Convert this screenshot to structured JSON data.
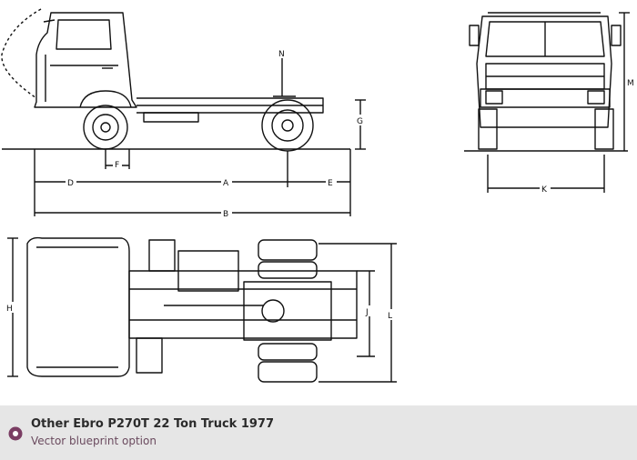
{
  "caption": {
    "title": "Other Ebro P270T 22 Ton Truck 1977",
    "subtitle": "Vector blueprint option",
    "icon": "radio-dot-icon",
    "icon_color": "#7a3d63"
  },
  "dimension_labels": {
    "n": "N",
    "g": "G",
    "f": "F",
    "d": "D",
    "a": "A",
    "e": "E",
    "b": "B",
    "m": "M",
    "k": "K",
    "h": "H",
    "j": "J",
    "l": "L"
  },
  "colors": {
    "line": "#111111",
    "caption_bar": "#e6e6e6"
  }
}
